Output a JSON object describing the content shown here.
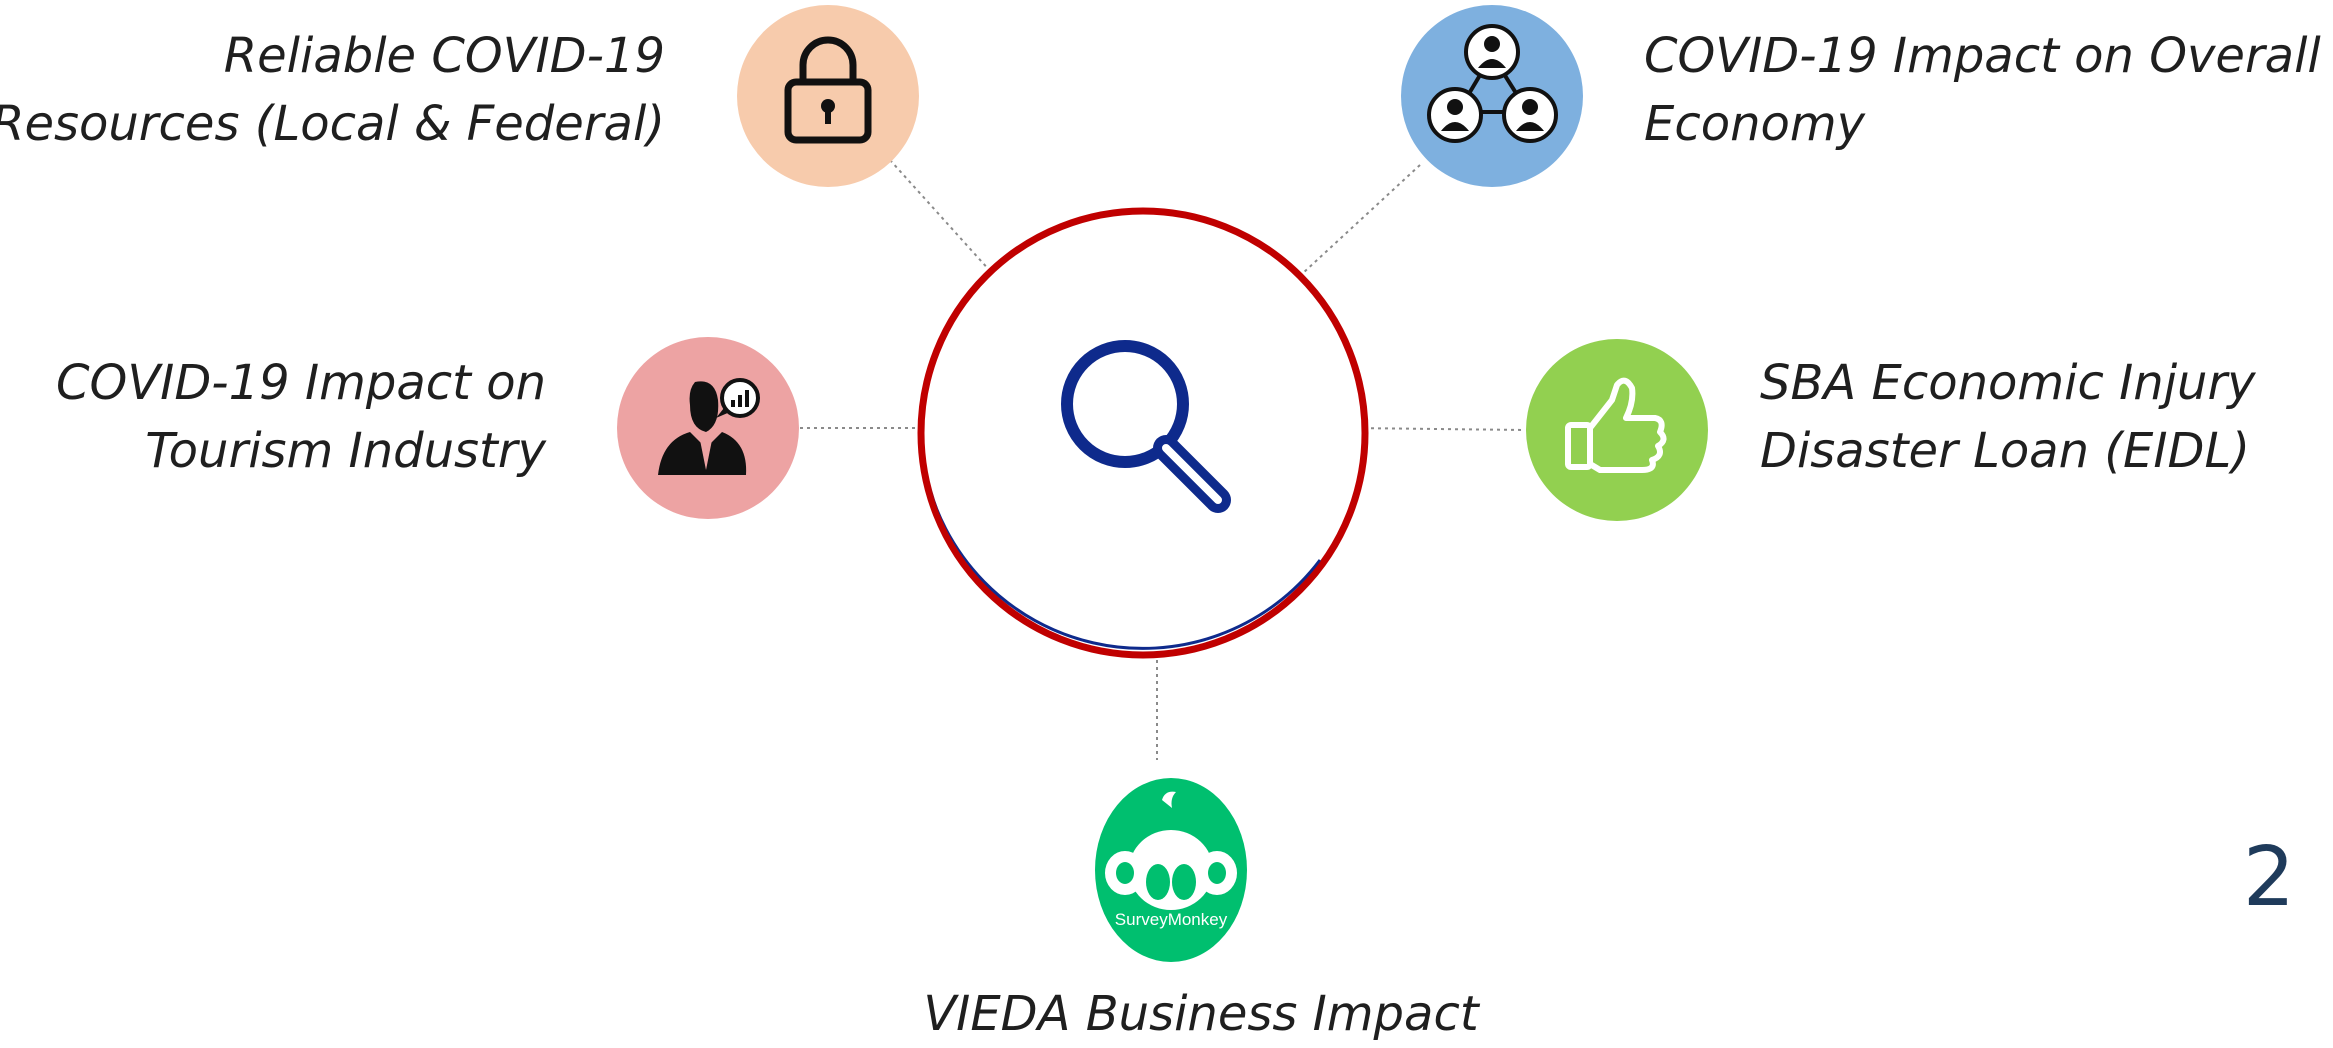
{
  "nodes": {
    "resources": {
      "line1": "Reliable COVID-19",
      "line2": "Resources (Local & Federal)",
      "color": "#F7CBAC",
      "icon": "padlock-icon"
    },
    "economy": {
      "line1": "COVID-19 Impact on Overall",
      "line2": "Economy",
      "color": "#7EB0DF",
      "icon": "people-network-icon"
    },
    "tourism": {
      "line1": "COVID-19 Impact on",
      "line2": "Tourism Industry",
      "color": "#EDA3A3",
      "icon": "businessman-chart-icon"
    },
    "eidl": {
      "line1": "SBA Economic Injury",
      "line2": "Disaster Loan (EIDL)",
      "color": "#92D050",
      "icon": "thumbs-up-icon"
    },
    "vieda": {
      "line1": "VIEDA Business Impact",
      "line2": "",
      "color": "#00BF6F",
      "icon": "surveymonkey-logo",
      "logo_text": "SurveyMonkey"
    }
  },
  "center": {
    "icon": "magnifier-icon",
    "ring_color": "#C00000",
    "icon_color": "#0E2A8C"
  },
  "page_number": "2"
}
